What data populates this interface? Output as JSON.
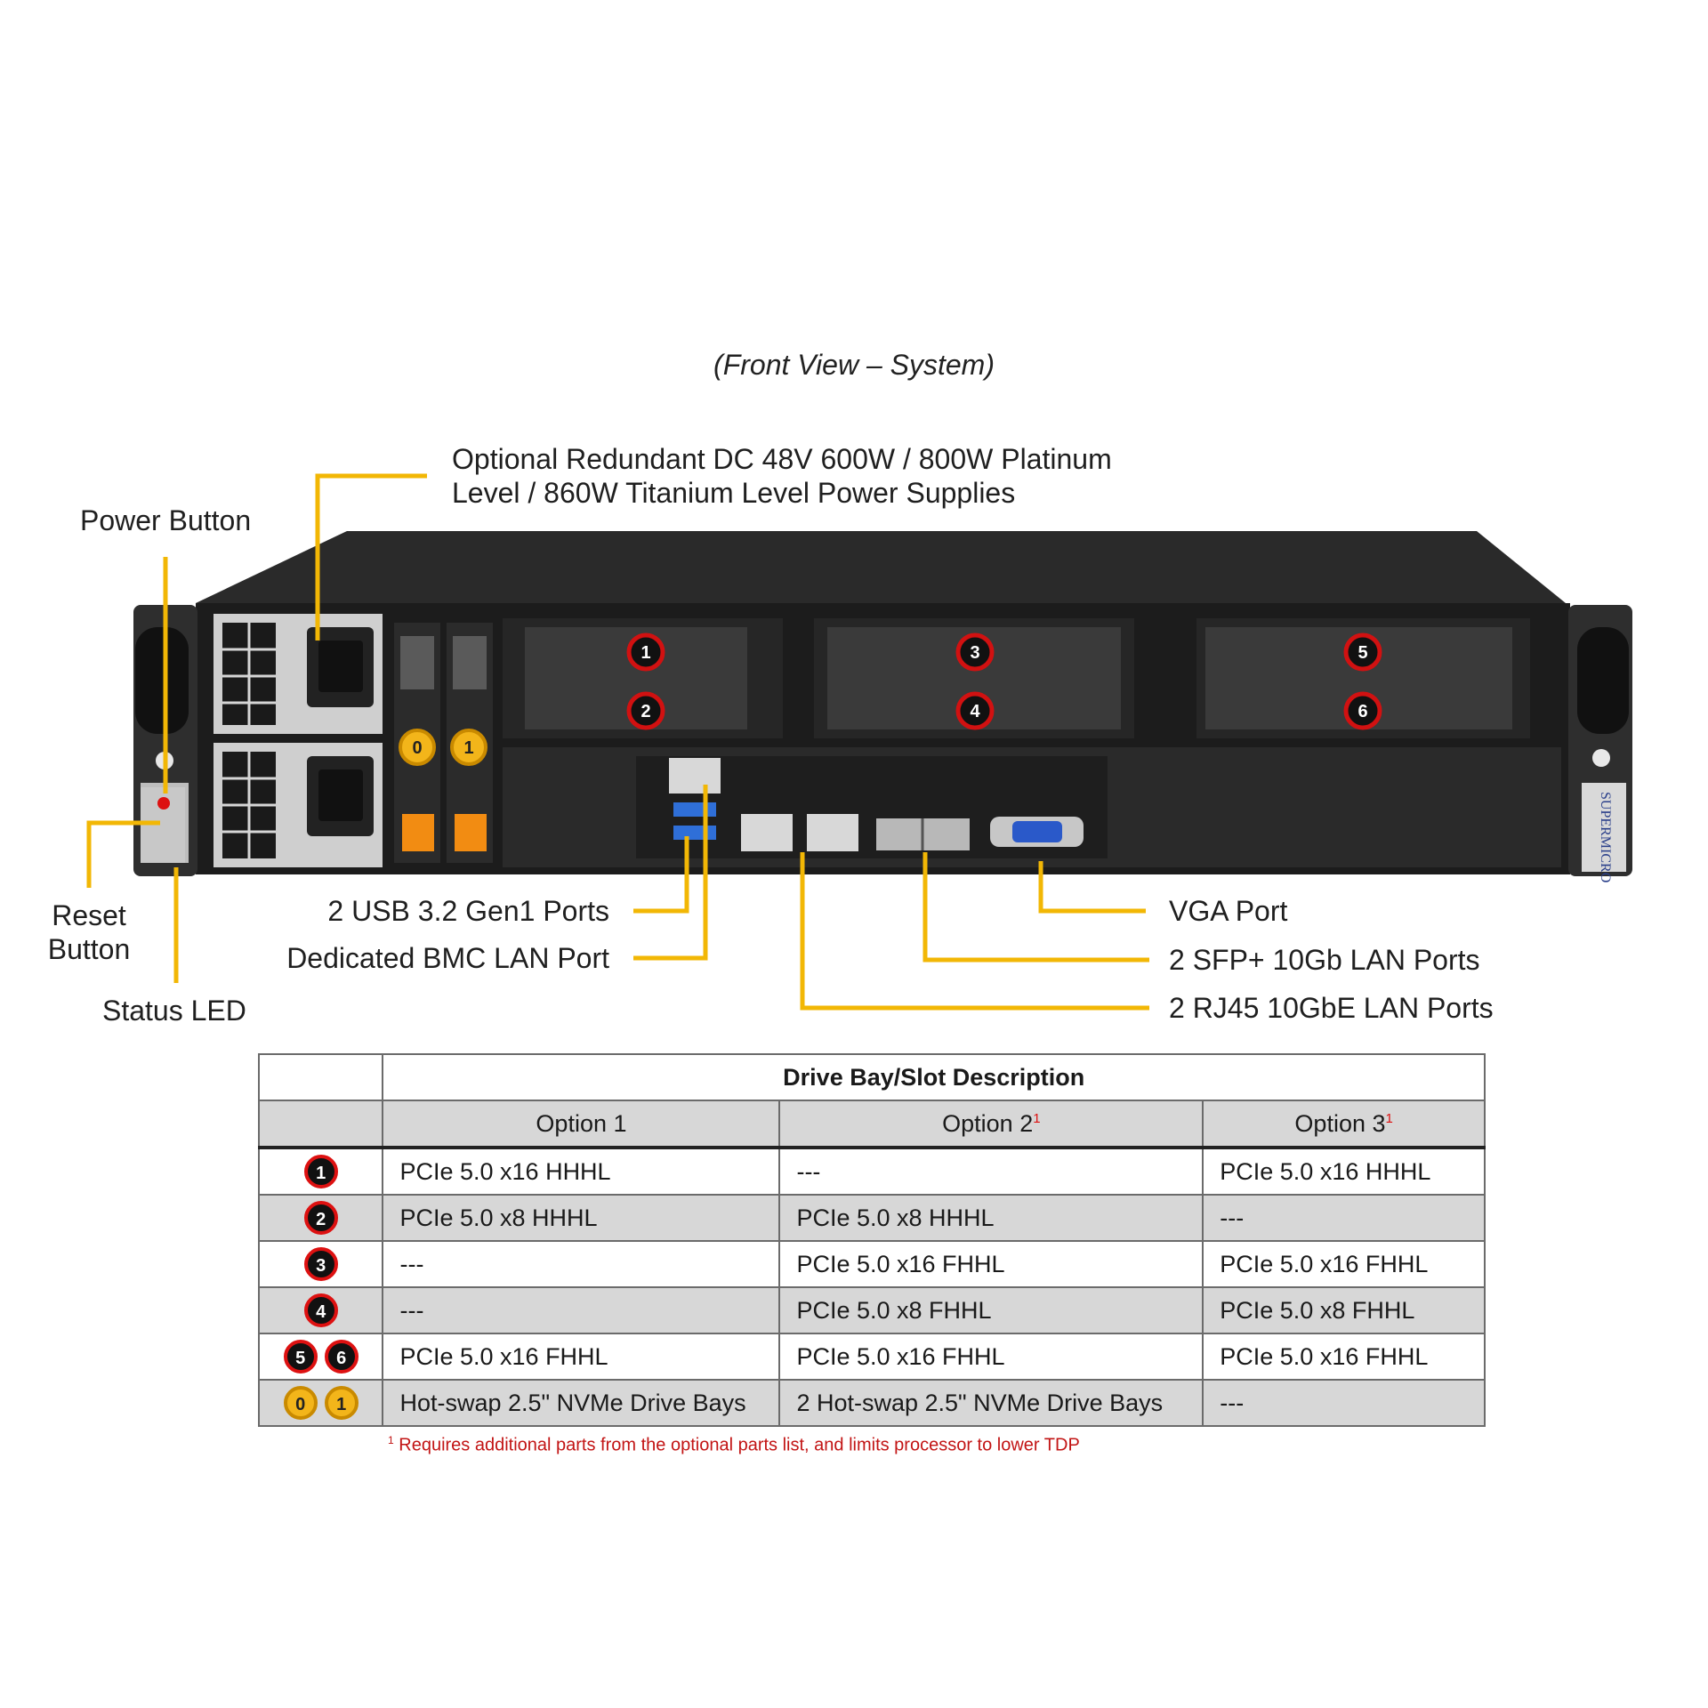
{
  "caption": "(Front View – System)",
  "colors": {
    "callout_line": "#f2b705",
    "slot_badge_red": "#d11111",
    "bay_badge_gold": "#f3b51a",
    "footnote": "#c21414"
  },
  "callouts": {
    "power_supplies_line1": "Optional Redundant DC 48V 600W / 800W Platinum",
    "power_supplies_line2": "Level / 860W Titanium Level Power Supplies",
    "power_button": "Power Button",
    "reset_button_line1": "Reset",
    "reset_button_line2": "Button",
    "status_led": "Status LED",
    "usb_ports": "2 USB 3.2 Gen1 Ports",
    "bmc_lan": "Dedicated BMC LAN Port",
    "vga_port": "VGA Port",
    "sfp_ports": "2 SFP+ 10Gb LAN Ports",
    "rj45_ports": "2 RJ45 10GbE LAN Ports"
  },
  "chassis": {
    "slot_badges": [
      "1",
      "2",
      "3",
      "4",
      "5",
      "6"
    ],
    "bay_badges": [
      "0",
      "1"
    ],
    "brand": "SUPERMICRO"
  },
  "table": {
    "title": "Drive Bay/Slot Description",
    "option1": "Option 1",
    "option2": "Option 2",
    "option3": "Option 3",
    "footnote_mark": "1",
    "rows": [
      {
        "badges": [
          "1"
        ],
        "badge_color": "red",
        "o1": "PCIe 5.0 x16 HHHL",
        "o2": "---",
        "o3": "PCIe 5.0 x16 HHHL"
      },
      {
        "badges": [
          "2"
        ],
        "badge_color": "red",
        "o1": "PCIe 5.0 x8 HHHL",
        "o2": "PCIe 5.0 x8 HHHL",
        "o3": "---"
      },
      {
        "badges": [
          "3"
        ],
        "badge_color": "red",
        "o1": "---",
        "o2": "PCIe 5.0 x16 FHHL",
        "o3": "PCIe 5.0 x16 FHHL"
      },
      {
        "badges": [
          "4"
        ],
        "badge_color": "red",
        "o1": "---",
        "o2": "PCIe 5.0 x8 FHHL",
        "o3": "PCIe 5.0 x8 FHHL"
      },
      {
        "badges": [
          "5",
          "6"
        ],
        "badge_color": "red",
        "o1": "PCIe 5.0 x16 FHHL",
        "o2": "PCIe 5.0 x16 FHHL",
        "o3": "PCIe 5.0 x16 FHHL"
      },
      {
        "badges": [
          "0",
          "1"
        ],
        "badge_color": "gold",
        "o1": "Hot-swap 2.5\" NVMe Drive Bays",
        "o2": "2 Hot-swap 2.5\" NVMe Drive Bays",
        "o3": "---"
      }
    ],
    "footnote": "Requires additional parts from the optional parts list, and limits processor to lower TDP"
  }
}
